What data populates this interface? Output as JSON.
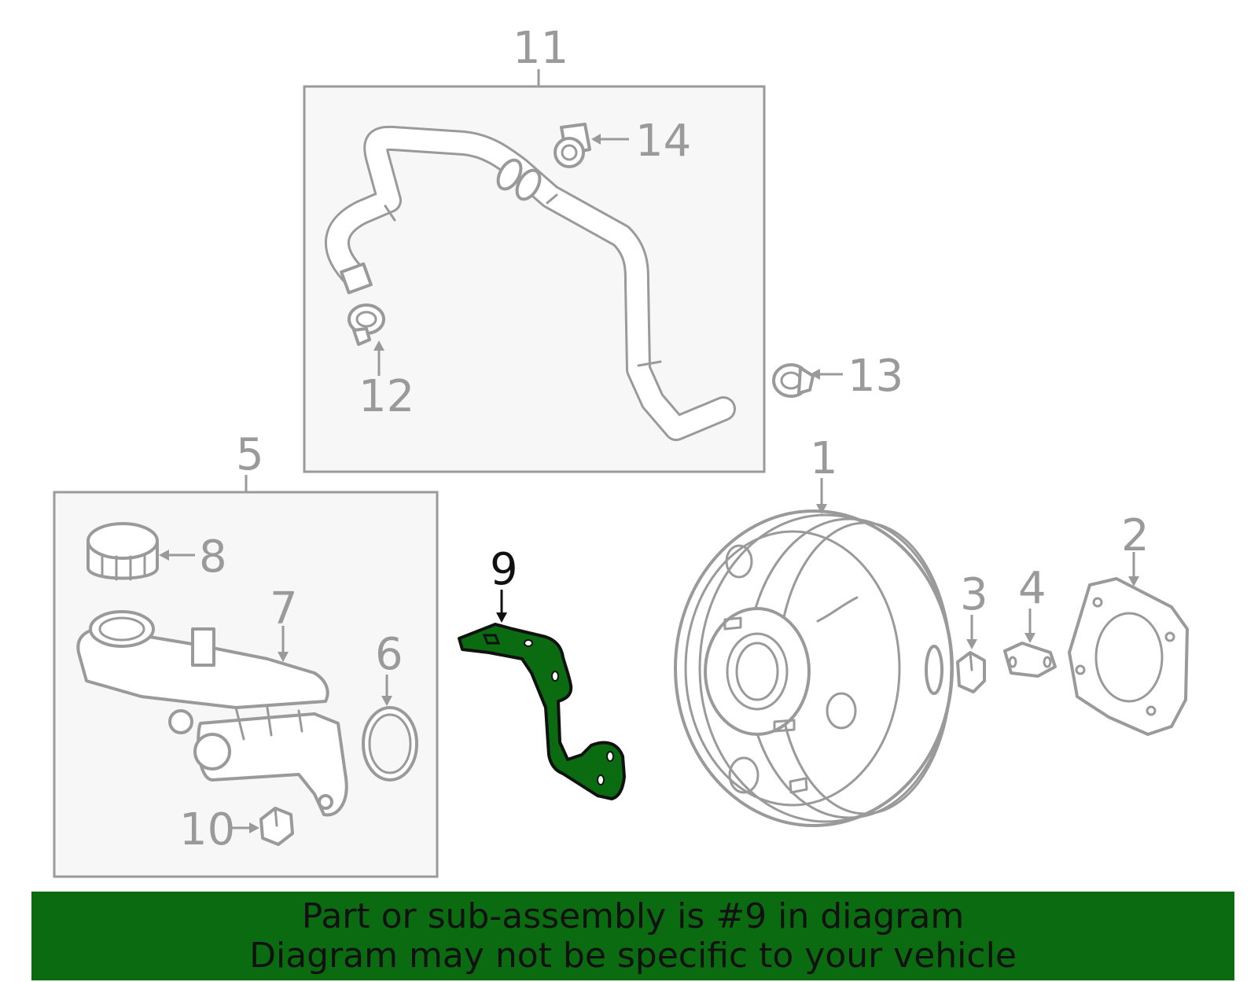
{
  "callouts": {
    "p1": "1",
    "p2": "2",
    "p3": "3",
    "p4": "4",
    "p5": "5",
    "p6": "6",
    "p7": "7",
    "p8": "8",
    "p9": "9",
    "p10": "10",
    "p11": "11",
    "p12": "12",
    "p13": "13",
    "p14": "14"
  },
  "highlighted_part": "9",
  "colors": {
    "highlight": "#0b6b10",
    "line": "#9a9a9a",
    "box_fill": "#f7f7f7"
  },
  "banner": {
    "line1": "Part or sub-assembly is #9 in diagram",
    "line2": "Diagram may not be specific to your vehicle"
  }
}
